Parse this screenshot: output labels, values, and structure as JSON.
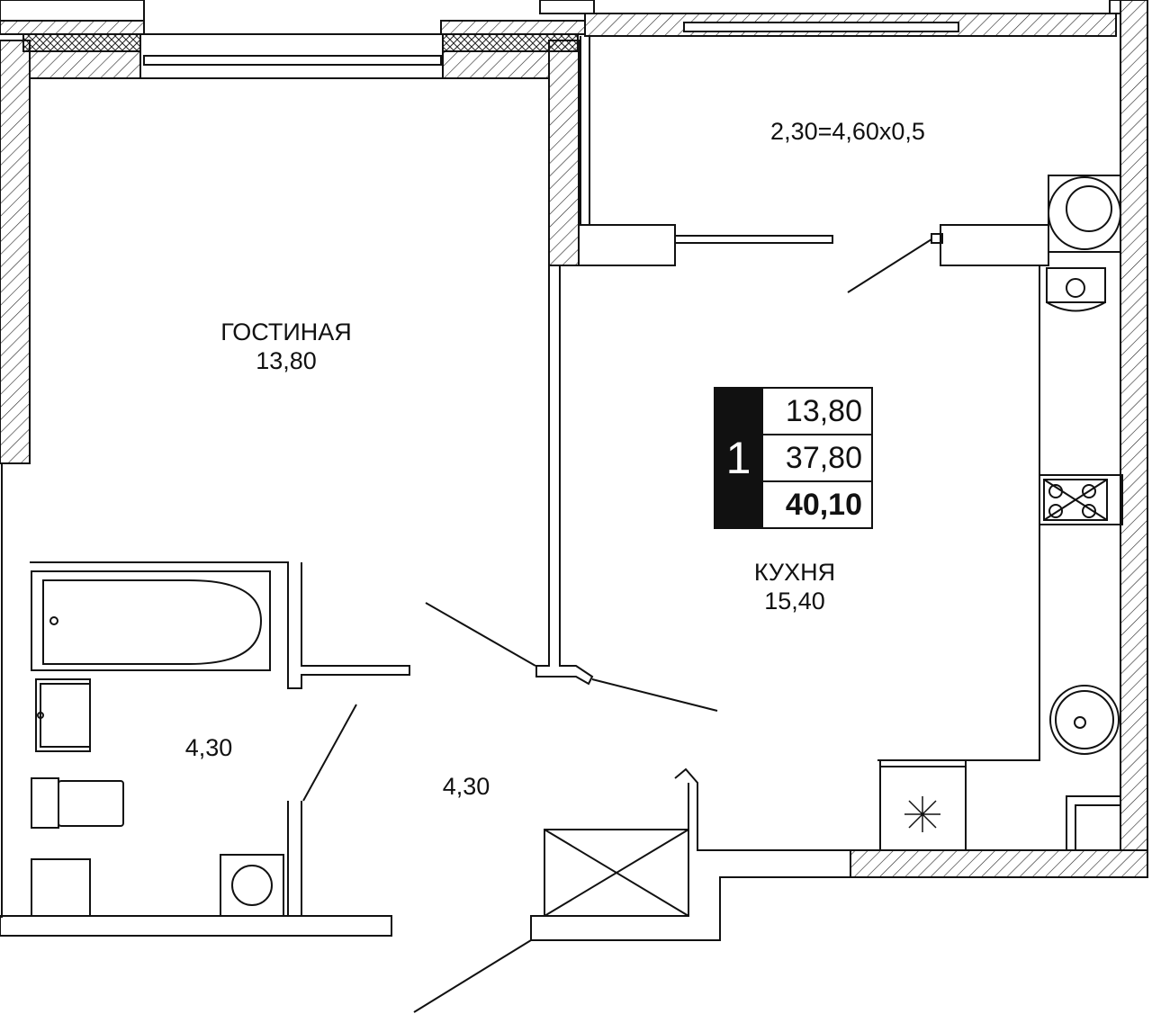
{
  "rooms": {
    "living": {
      "name": "ГОСТИНАЯ",
      "area": "13,80"
    },
    "kitchen": {
      "name": "КУХНЯ",
      "area": "15,40"
    },
    "balcony": {
      "area": "2,30=4,60x0,5"
    },
    "bathroom": {
      "area": "4,30"
    },
    "hall": {
      "area": "4,30"
    }
  },
  "info": {
    "rooms_count": "1",
    "living_area": "13,80",
    "total_area": "37,80",
    "total_with_balcony": "40,10"
  },
  "colors": {
    "line": "#111111",
    "fill": "#ffffff",
    "badge": "#111111"
  }
}
